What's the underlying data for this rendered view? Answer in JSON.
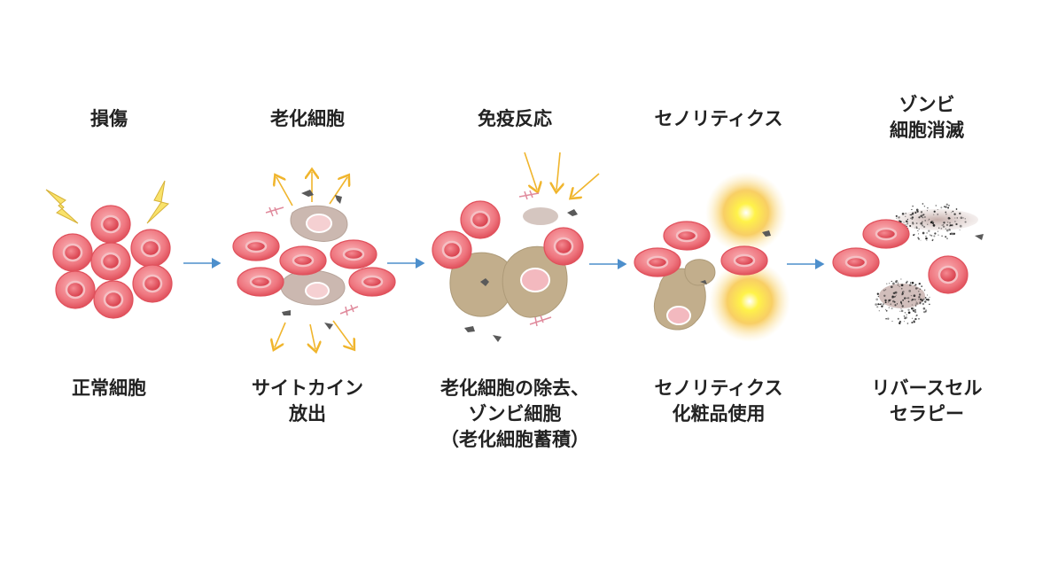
{
  "stages": [
    {
      "title": "損傷",
      "caption": "正常細胞"
    },
    {
      "title": "老化細胞",
      "caption": "サイトカイン\n放出"
    },
    {
      "title": "免疫反応",
      "caption": "老化細胞の除去、\nゾンビ細胞\n（老化細胞蓄積）"
    },
    {
      "title": "セノリティクス",
      "caption": "セノリティクス\n化粧品使用"
    },
    {
      "title": "ゾンビ\n細胞消滅",
      "caption": "リバースセル\nセラピー"
    }
  ],
  "colors": {
    "healthy_cell": "#e85a63",
    "healthy_cell_light": "#f7a3a8",
    "senescent_cell": "#c2ae8c",
    "zombie_cell": "#c9b8b0",
    "arrow": "#4d8fcc",
    "signal": "#f0b52d",
    "cytokine": "#5a5a5a",
    "enzyme_glow": "#ffe200"
  },
  "icons": [
    "lightning-icon",
    "cytokine-arrow-icon",
    "flow-arrow-icon",
    "light-burst-icon"
  ]
}
